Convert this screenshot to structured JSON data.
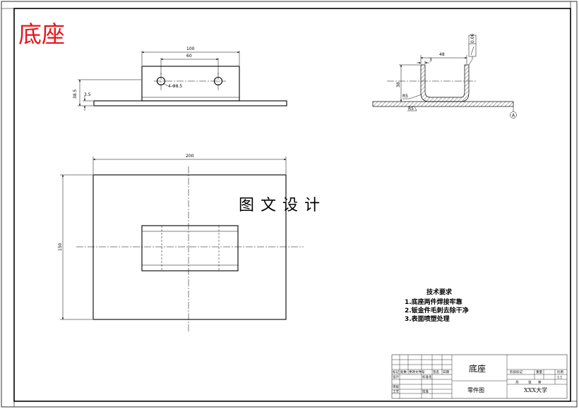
{
  "sheet": {
    "title": "底座",
    "watermark": "图文设计"
  },
  "front_view": {
    "dim_overall_width": "100",
    "dim_hole_spacing": "60",
    "dim_hole_note": "4-Φ8.5",
    "dim_height": "38.5",
    "dim_plate_thickness": "3.5"
  },
  "side_view": {
    "dim_width": "48",
    "dim_wall": "3",
    "dim_height": "38",
    "dim_radius": "R5",
    "dim_base": "R5",
    "tolerance_value": "0.06",
    "datum_label": "A"
  },
  "top_view": {
    "dim_width": "200",
    "dim_height": "150"
  },
  "tech_notes": {
    "heading": "技术要求",
    "items": [
      "1.底座两件焊接牢靠",
      "2.钣金件毛刺去除干净",
      "3.表面喷塑处理"
    ]
  },
  "title_block": {
    "part_name": "底座",
    "drawing_type": "零件图",
    "school": "XXX大学",
    "scale": "1:1",
    "labels": [
      "标记",
      "处数",
      "更改文件号",
      "签名",
      "日期",
      "设计",
      "审核",
      "工艺",
      "批准",
      "标准化",
      "阶段标记",
      "重量",
      "比例",
      "共",
      "张",
      "第"
    ]
  }
}
